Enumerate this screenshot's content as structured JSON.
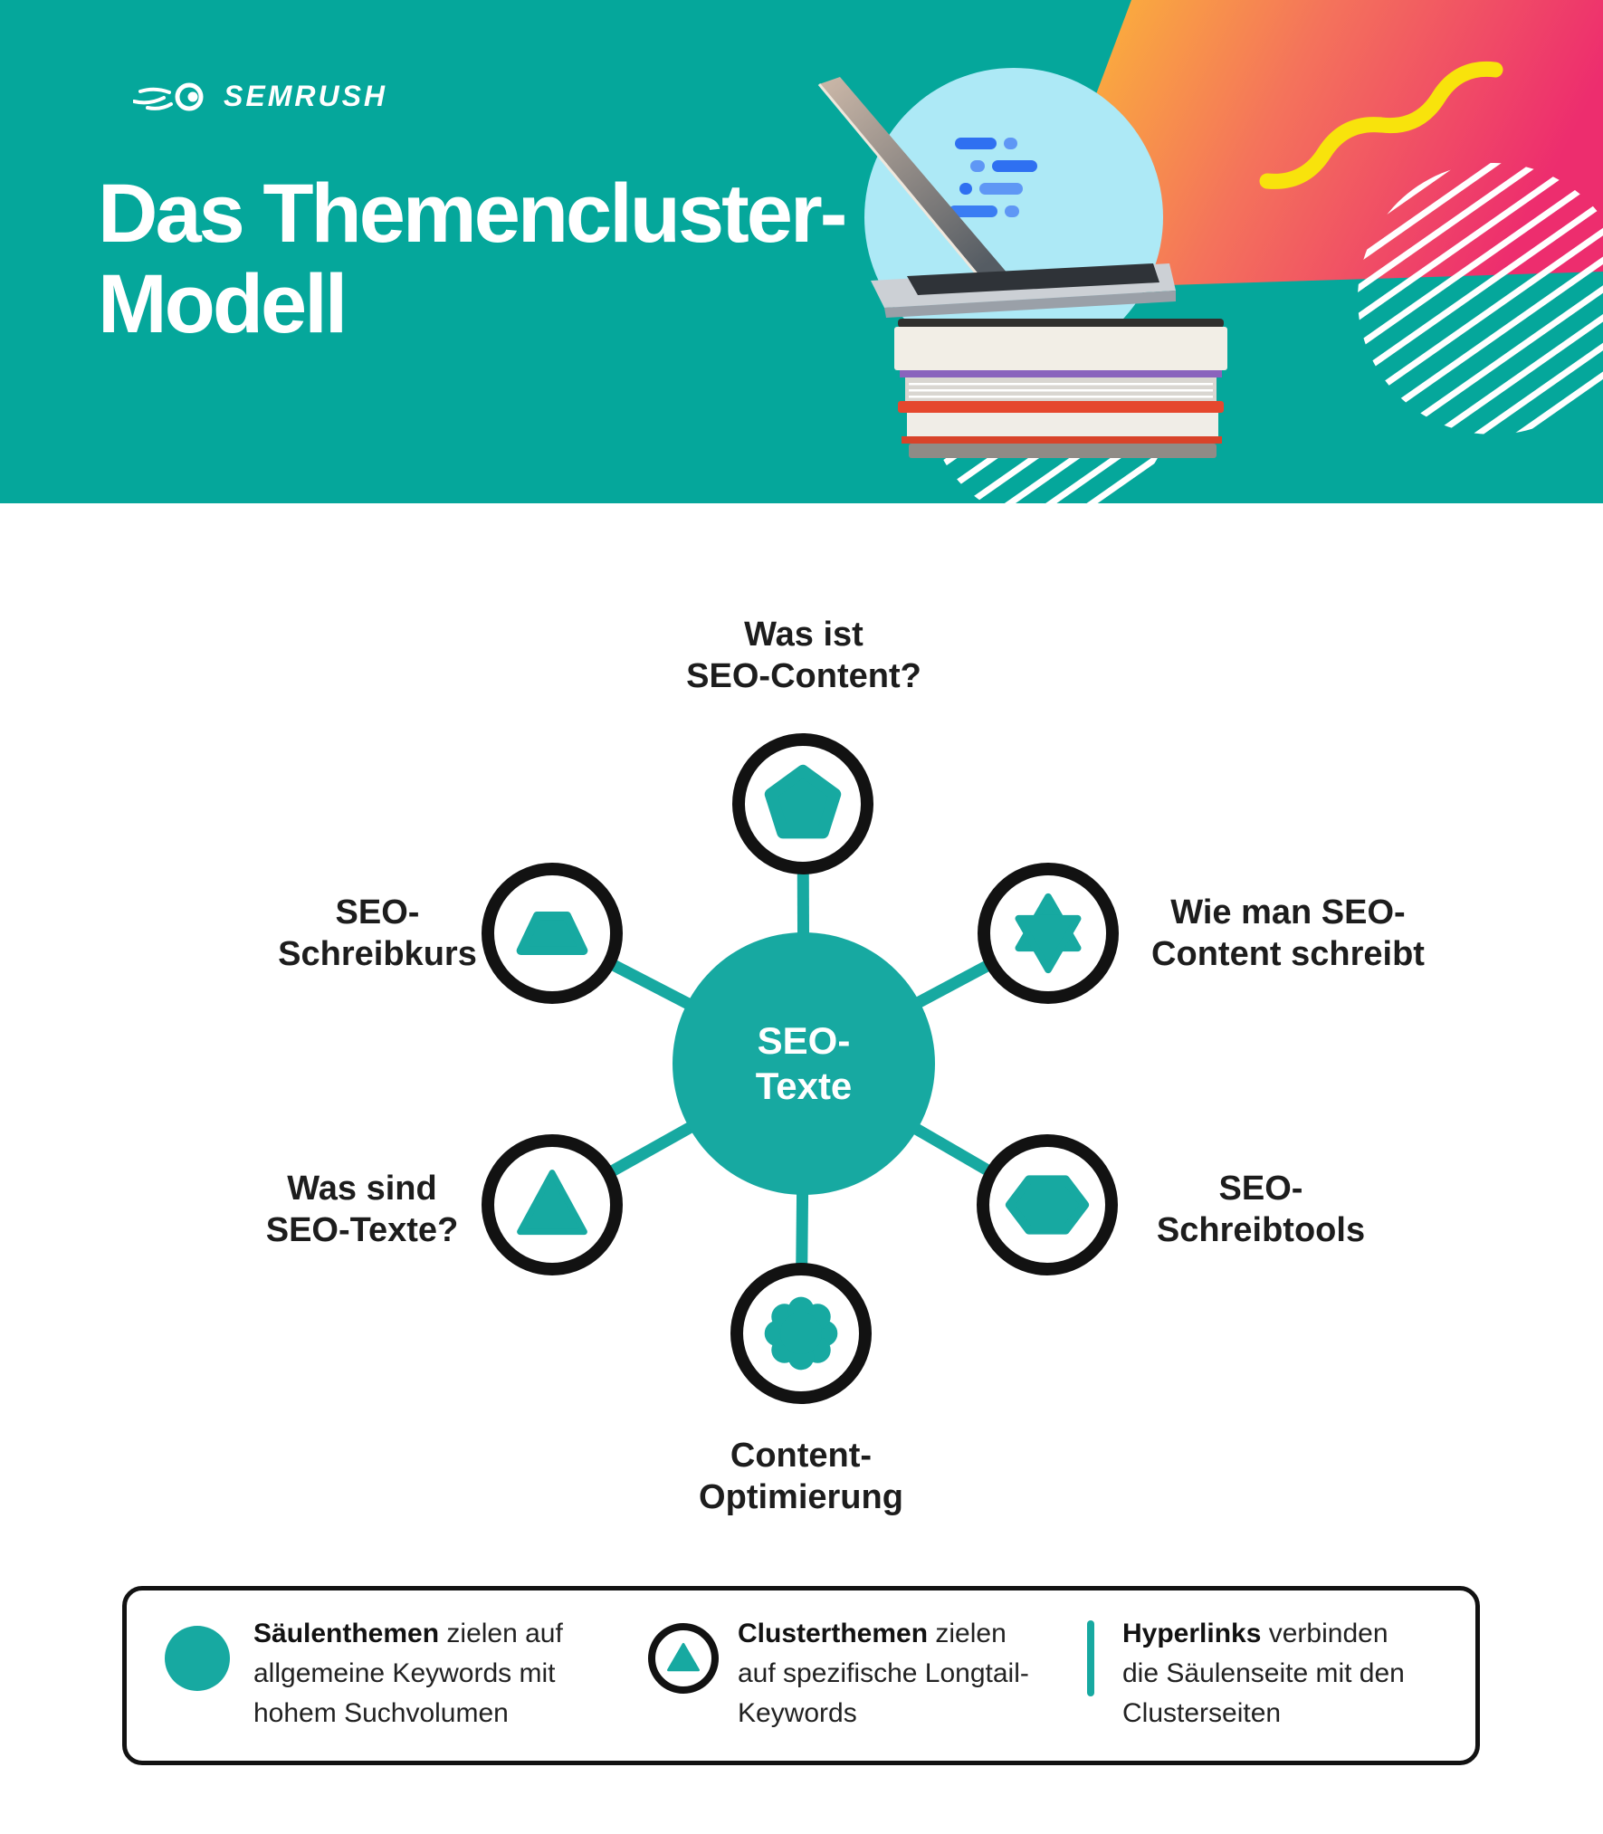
{
  "colors": {
    "header_teal": "#05a79b",
    "diagram_teal": "#17a9a1",
    "ink_black": "#121212",
    "label_black": "#1d1d1d",
    "circle_blue": "#ade9f6",
    "dash_blue": "#2f70f1",
    "dash_blue_light": "#5f97f5",
    "wedge_yellow": "#fdc531",
    "wedge_pink": "#ed2d6e",
    "squiggle_yellow": "#f8e30c"
  },
  "header": {
    "logo_text": "SEMRUSH",
    "title_line1": "Das Themencluster-",
    "title_line2": "Modell"
  },
  "diagram": {
    "center": {
      "line1": "SEO-",
      "line2": "Texte"
    },
    "nodes": [
      {
        "position": "top",
        "icon": "pentagon-icon",
        "label_line1": "Was ist",
        "label_line2": "SEO-Content?"
      },
      {
        "position": "top-right",
        "icon": "star-icon",
        "label_line1": "Wie man SEO-",
        "label_line2": "Content schreibt"
      },
      {
        "position": "bottom-right",
        "icon": "hexagon-icon",
        "label_line1": "SEO-",
        "label_line2": "Schreibtools"
      },
      {
        "position": "bottom",
        "icon": "flower-icon",
        "label_line1": "Content-",
        "label_line2": "Optimierung"
      },
      {
        "position": "bottom-left",
        "icon": "triangle-icon",
        "label_line1": "Was sind",
        "label_line2": "SEO-Texte?"
      },
      {
        "position": "top-left",
        "icon": "trapezoid-icon",
        "label_line1": "SEO-",
        "label_line2": "Schreibkurs"
      }
    ]
  },
  "legend": {
    "items": [
      {
        "icon": "pillar-circle-icon",
        "keyword": "Säulenthemen",
        "rest": " zielen auf allgemeine Keywords mit hohem Suchvolumen"
      },
      {
        "icon": "cluster-triangle-icon",
        "keyword": "Clusterthemen",
        "rest": " zielen auf spezifische Longtail-Keywords"
      },
      {
        "icon": "hyperlink-line-icon",
        "keyword": "Hyperlinks",
        "rest": " verbinden die Säulenseite mit den Clusterseiten"
      }
    ]
  }
}
